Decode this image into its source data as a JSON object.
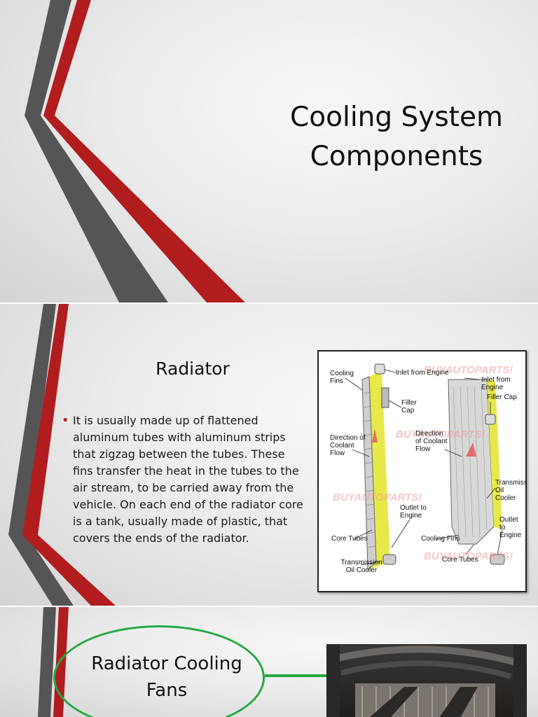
{
  "slide1": {
    "title": "Cooling System Components"
  },
  "slide2": {
    "title": "Radiator",
    "bullet": "It is usually made up of flattened aluminum tubes with aluminum strips that zigzag between the tubes. These fins transfer the heat in the tubes to the air stream, to be carried away from the vehicle. On each end of the radiator core is a tank, usually made of plastic, that covers the ends of the radiator.",
    "diagram_labels": {
      "cooling_fins_left": "Cooling Fins",
      "inlet_left": "Inlet from Engine",
      "filler_cap_left": "Filler Cap",
      "direction_left": "Direction of Coolant Flow",
      "core_tubes": "Core Tubes",
      "transmission_left": "Transmission Oil Cooler",
      "outlet_left": "Outlet to Engine",
      "inlet_right": "Inlet from Engine",
      "filler_cap_right": "Filler Cap",
      "direction_right": "Direction of Coolant Flow",
      "transmission_right": "Transmission Oil Cooler",
      "outlet_right": "Outlet to Engine",
      "cooling_fins_right": "Cooling Fins",
      "core_tubes_right": "Core Tubes",
      "watermark": "BUYAUTOPARTS!"
    }
  },
  "slide3": {
    "title": "Radiator Cooling Fans"
  },
  "colors": {
    "accent_red": "#b11d1f",
    "band_gray": "#555555",
    "oval_green": "#26a843",
    "radiator_yellow": "#e7e84a"
  }
}
